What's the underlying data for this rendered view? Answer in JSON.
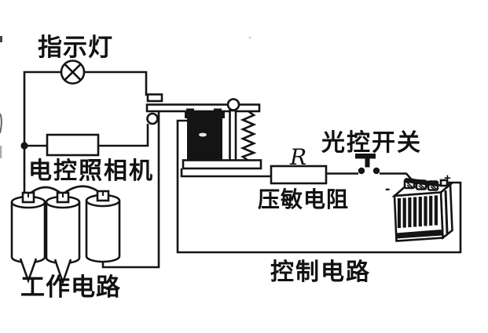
{
  "figure": {
    "type": "circuit-diagram",
    "background": "#ffffff",
    "ink": "#141414",
    "labels": {
      "indicator_lamp": "指示灯",
      "camera": "电控照相机",
      "working_circuit": "工作电路",
      "resistor_symbol": "R",
      "varistor": "压敏电阻",
      "light_switch": "光控开关",
      "control_circuit": "控制电路",
      "battery_plus": "+",
      "battery_minus": "-"
    },
    "components": [
      {
        "name": "indicator-lamp",
        "symbol": "circle-with-cross"
      },
      {
        "name": "camera-resistor-box",
        "symbol": "rectangle"
      },
      {
        "name": "working-cells",
        "symbol": "three-cylinders",
        "count": 3
      },
      {
        "name": "relay",
        "symbol": "electromagnet-armature-spring"
      },
      {
        "name": "varistor-box",
        "symbol": "rectangle"
      },
      {
        "name": "light-controlled-switch",
        "symbol": "push-button"
      },
      {
        "name": "storage-battery",
        "symbol": "accumulator-3d"
      }
    ]
  }
}
